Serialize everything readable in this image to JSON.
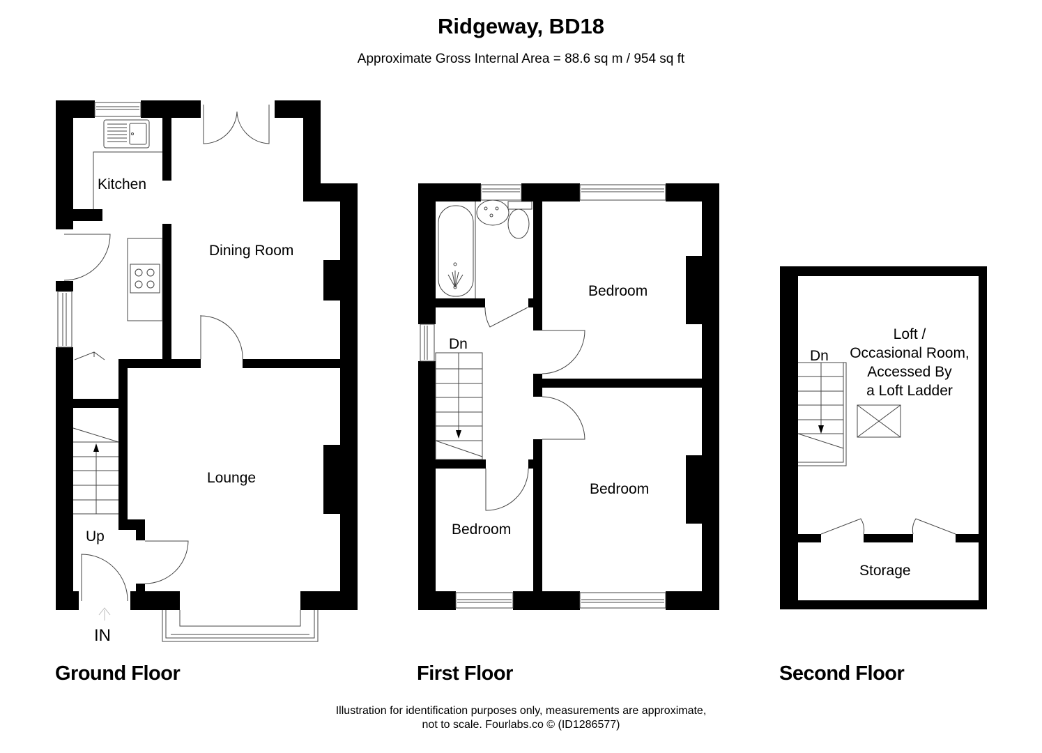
{
  "header": {
    "title": "Ridgeway, BD18",
    "subtitle": "Approximate Gross Internal Area = 88.6 sq m / 954 sq ft"
  },
  "floors": {
    "ground": {
      "label": "Ground Floor",
      "rooms": {
        "kitchen": "Kitchen",
        "dining": "Dining Room",
        "lounge": "Lounge"
      },
      "stairs_label": "Up",
      "entrance_label": "IN"
    },
    "first": {
      "label": "First Floor",
      "rooms": {
        "bedroom1": "Bedroom",
        "bedroom2": "Bedroom",
        "bedroom3": "Bedroom"
      },
      "stairs_label": "Dn"
    },
    "second": {
      "label": "Second Floor",
      "rooms": {
        "loft_line1": "Loft /",
        "loft_line2": "Occasional Room,",
        "loft_line3": "Accessed By",
        "loft_line4": "a Loft Ladder",
        "storage": "Storage"
      },
      "stairs_label": "Dn"
    }
  },
  "footer": {
    "line1": "Illustration for identification purposes only, measurements are approximate,",
    "line2": "not to scale. Fourlabs.co © (ID1286577)"
  },
  "colors": {
    "wall": "#000000",
    "fixture_line": "#555555",
    "background": "#ffffff"
  }
}
